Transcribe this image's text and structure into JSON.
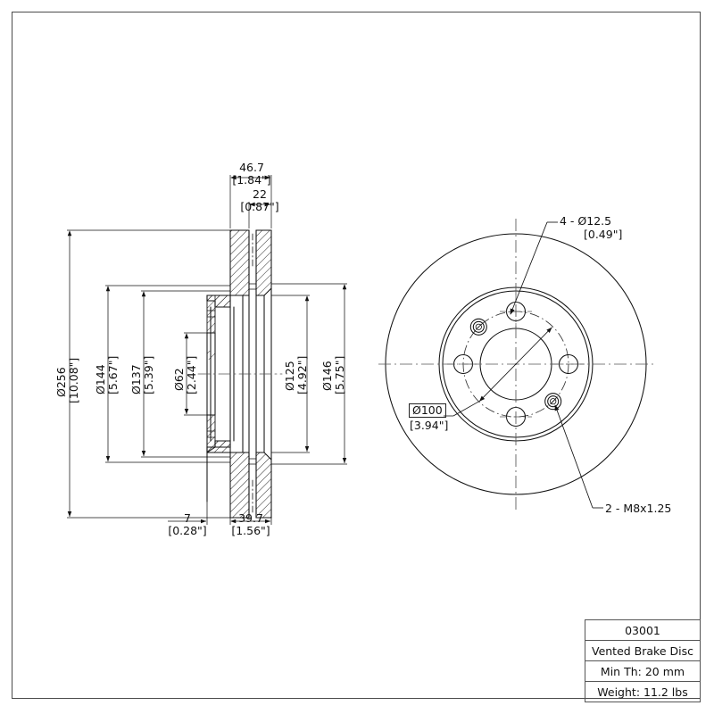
{
  "sheet": {
    "border_color": "#4a4a4a",
    "background": "#ffffff"
  },
  "title_block": {
    "part_number": "03001",
    "description": "Vented Brake Disc",
    "min_thickness": "Min Th: 20 mm",
    "weight": "Weight: 11.2 lbs"
  },
  "section_view": {
    "name": "brake-disc-cross-section",
    "thickness_dims": [
      {
        "id": "overall-height",
        "mm": "46.7",
        "inch": "[1.84\"]"
      },
      {
        "id": "disc-thickness",
        "mm": "22",
        "inch": "[0.87\"]"
      }
    ],
    "diameter_dims": [
      {
        "id": "outer-diameter",
        "mm": "Ø256",
        "inch": "[10.08\"]"
      },
      {
        "id": "friction-outer",
        "mm": "Ø144",
        "inch": "[5.67\"]"
      },
      {
        "id": "friction-inner",
        "mm": "Ø137",
        "inch": "[5.39\"]"
      },
      {
        "id": "center-bore",
        "mm": "Ø62",
        "inch": "[2.44\"]"
      },
      {
        "id": "hat-diameter",
        "mm": "Ø125",
        "inch": "[4.92\"]"
      },
      {
        "id": "pad-contact",
        "mm": "Ø146",
        "inch": "[5.75\"]"
      }
    ],
    "bottom_dims": [
      {
        "id": "hat-flange-thickness",
        "mm": "7",
        "inch": "[0.28\"]"
      },
      {
        "id": "hat-offset",
        "mm": "39.7",
        "inch": "[1.56\"]"
      }
    ]
  },
  "front_view": {
    "name": "brake-disc-front-view",
    "callouts": [
      {
        "id": "lug-holes",
        "line1": "4 - Ø12.5",
        "line2": "[0.49\"]"
      },
      {
        "id": "bolt-circle",
        "line1": "Ø100",
        "line2": "[3.94\"]"
      },
      {
        "id": "threaded-holes",
        "line1": "2 - M8x1.25",
        "line2": ""
      }
    ]
  }
}
